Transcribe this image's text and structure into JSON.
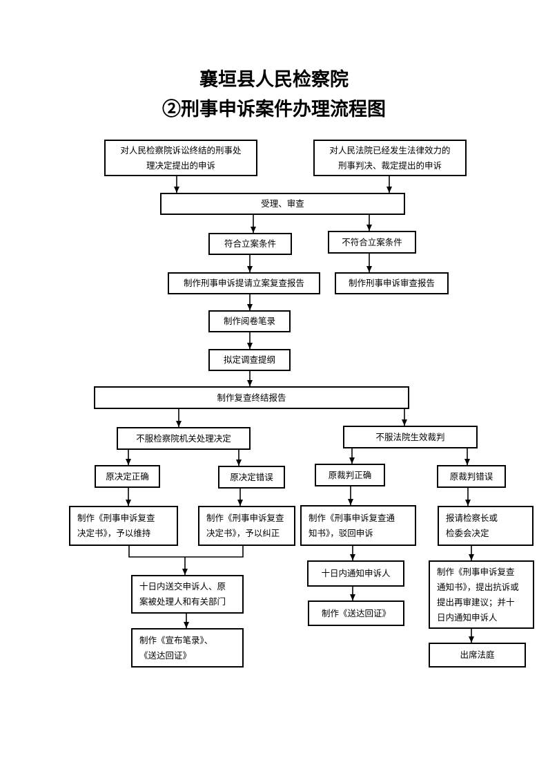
{
  "title": {
    "line1": "襄垣县人民检察院",
    "line2": "②刑事申诉案件办理流程图"
  },
  "nodes": {
    "source_procuratorate": "对人民检察院诉讼终结的刑事处\n理决定提出的申诉",
    "source_court": "对人民法院已经发生法律效力的\n刑事判决、裁定提出的申诉",
    "accept_review": "受理、审查",
    "meets_criteria": "符合立案条件",
    "not_meets_criteria": "不符合立案条件",
    "make_filing_report": "制作刑事申诉提请立案复查报告",
    "make_review_report": "制作刑事申诉审查报告",
    "make_reading_notes": "制作阅卷笔录",
    "draft_outline": "拟定调查提纲",
    "make_final_report": "制作复查终结报告",
    "dispute_procuratorate": "不服检察院机关处理决定",
    "dispute_court": "不服法院生效裁判",
    "orig_decision_correct": "原决定正确",
    "orig_decision_wrong": "原决定错误",
    "orig_judgment_correct": "原裁判正确",
    "orig_judgment_wrong": "原裁判错误",
    "decision_maintain": "制作《刑事申诉复查\n决定书》，予以维持",
    "decision_correct": "制作《刑事申诉复查\n决定书》，予以纠正",
    "notice_reject": "制作《刑事申诉复查通\n知书》，驳回申诉",
    "report_chief": "报请检察长或\n检委会决定",
    "deliver_ten_days": "十日内送交申诉人、原\n案被处理人和有关部门",
    "notify_ten_days": "十日内通知申诉人",
    "protest_notice": "制作《刑事申诉复查\n通知书》，提出抗诉或\n提出再审建议；并十\n日内通知申诉人",
    "announce_receipt": "制作《宣布笔录》、\n    《送达回证》",
    "service_receipt": "制作《送达回证》",
    "attend_court": "出席法庭"
  }
}
